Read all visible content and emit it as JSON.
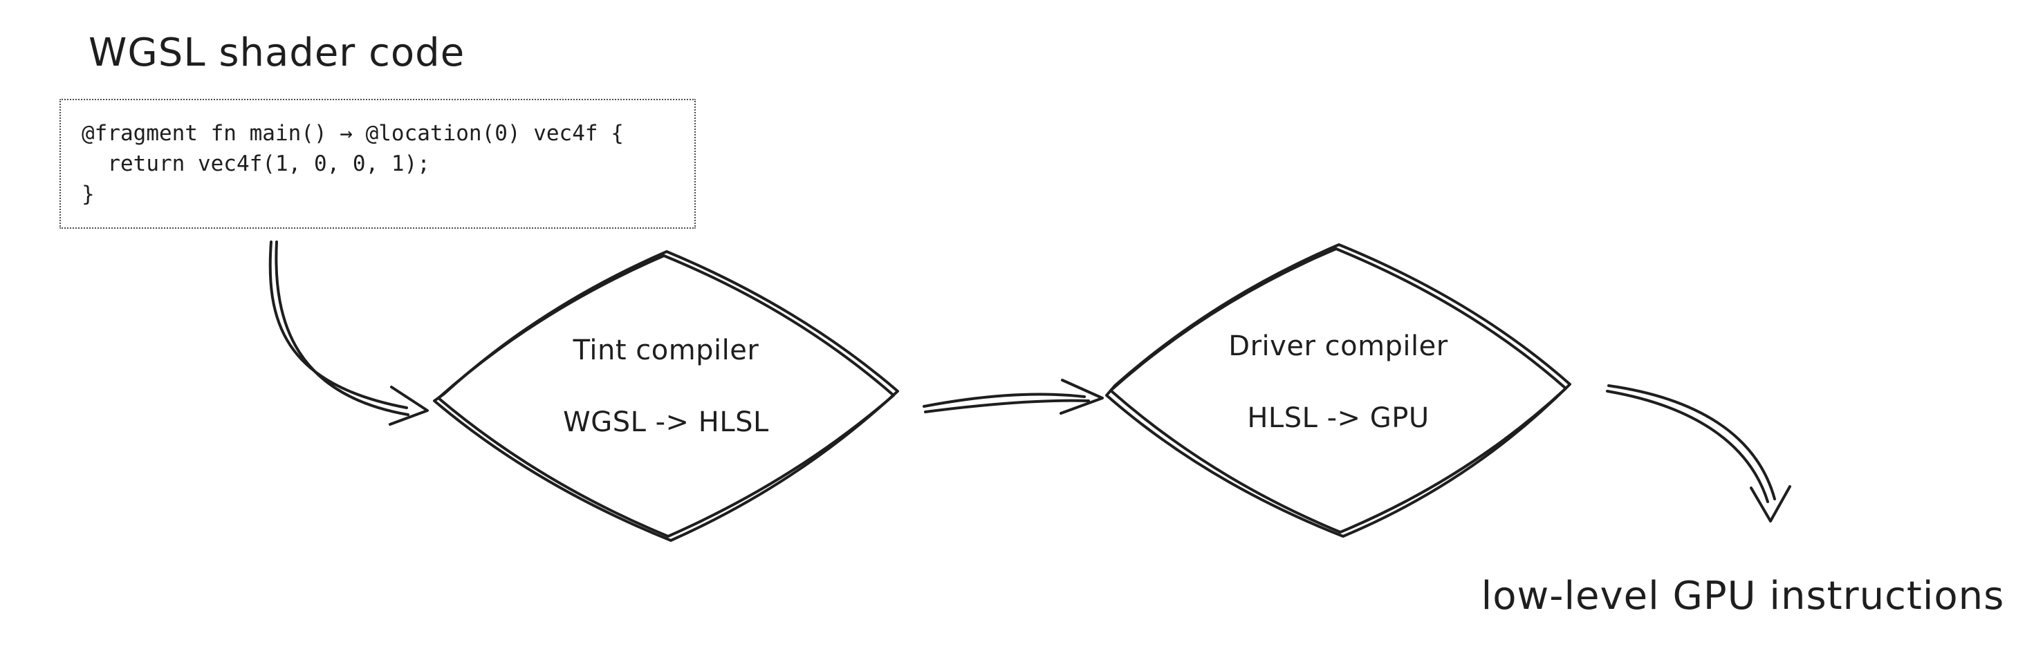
{
  "canvas": {
    "background": "#ffffff",
    "stroke_color": "#1e1e1e"
  },
  "title": {
    "text": "WGSL shader code"
  },
  "code_box": {
    "lines": [
      "@fragment fn main() → @location(0) vec4f {",
      "  return vec4f(1, 0, 0, 1);",
      "}"
    ]
  },
  "nodes": [
    {
      "id": "tint-compiler",
      "label_line1": "Tint compiler",
      "label_line2": "WGSL -> HLSL"
    },
    {
      "id": "driver-compiler",
      "label_line1": "Driver compiler",
      "label_line2": "HLSL -> GPU"
    }
  ],
  "output_label": {
    "text": "low-level GPU instructions"
  }
}
